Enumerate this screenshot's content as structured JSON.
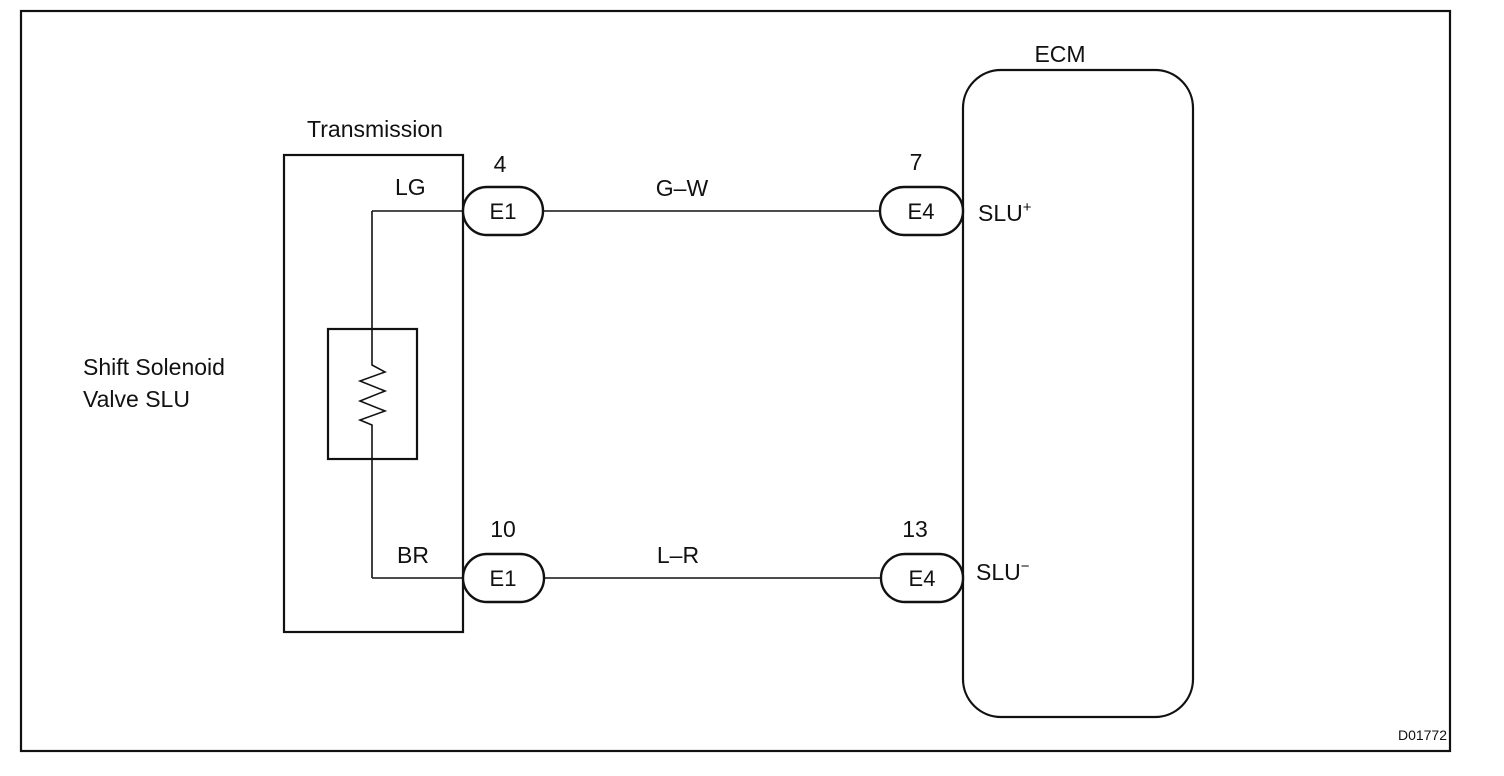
{
  "ecm": {
    "label": "ECM"
  },
  "transmission": {
    "label": "Transmission"
  },
  "solenoid": {
    "label_line1": "Shift Solenoid",
    "label_line2": "Valve SLU"
  },
  "wires": [
    {
      "wire_color": "G–W",
      "left_terminal_color": "LG",
      "left_pin": "4",
      "left_connector": "E1",
      "right_pin": "7",
      "right_connector": "E4",
      "ecm_terminal": "SLU",
      "ecm_terminal_sign": "+"
    },
    {
      "wire_color": "L–R",
      "left_terminal_color": "BR",
      "left_pin": "10",
      "left_connector": "E1",
      "right_pin": "13",
      "right_connector": "E4",
      "ecm_terminal": "SLU",
      "ecm_terminal_sign": "−"
    }
  ],
  "figure_code": "D01772"
}
